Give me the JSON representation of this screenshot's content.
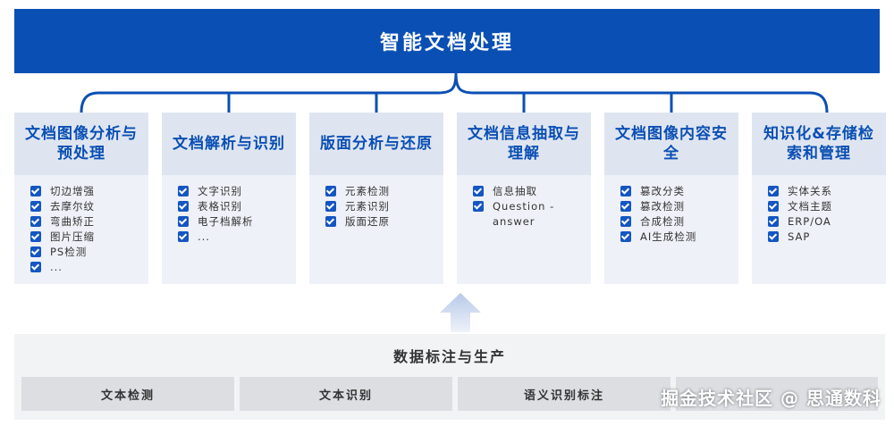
{
  "top_title": "智能文档处理",
  "cards": [
    {
      "title": "文档图像分析与预处理",
      "items": [
        "切边增强",
        "去摩尔纹",
        "弯曲矫正",
        "图片压缩",
        "PS检测",
        "..."
      ]
    },
    {
      "title": "文档解析与识别",
      "items": [
        "文字识别",
        "表格识别",
        "电子档解析",
        "..."
      ]
    },
    {
      "title": "版面分析与还原",
      "items": [
        "元素检测",
        "元素识别",
        "版面还原"
      ]
    },
    {
      "title": "文档信息抽取与理解",
      "items": [
        "信息抽取",
        "Question -answer"
      ]
    },
    {
      "title": "文档图像内容安全",
      "items": [
        "篡改分类",
        "篡改检测",
        "合成检测",
        "AI生成检测"
      ]
    },
    {
      "title": "知识化&存储检索和管理",
      "items": [
        "实体关系",
        "文档主题",
        "ERP/OA",
        "SAP"
      ]
    }
  ],
  "bottom": {
    "title": "数据标注与生产",
    "cells": [
      "文本检测",
      "文本识别",
      "语义识别标注",
      ""
    ]
  },
  "watermark": "掘金技术社区 @ 思通数科",
  "colors": {
    "primary": "#0a4fb4",
    "card_bg": "#eef1f7",
    "card_head": "#dfe5f0",
    "panel_bg": "#f2f3f5",
    "cell_bg": "#dcdee2"
  }
}
